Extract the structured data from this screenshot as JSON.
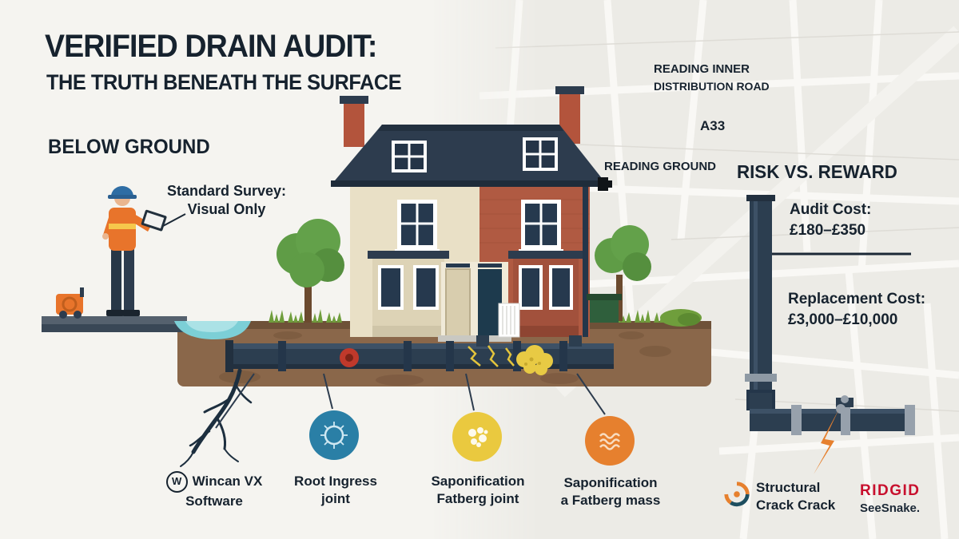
{
  "header": {
    "title": "VERIFIED DRAIN AUDIT:",
    "subtitle": "THE TRUTH BENEATH THE SURFACE"
  },
  "below_ground_heading": "BELOW GROUND",
  "survey_callout": {
    "line1": "Standard Survey:",
    "line2": "Visual Only"
  },
  "map_labels": {
    "inner_road_line1": "READING INNER",
    "inner_road_line2": "DISTRIBUTION ROAD",
    "route": "A33",
    "ground": "READING GROUND"
  },
  "risk_reward": {
    "heading": "RISK VS. REWARD",
    "audit_label": "Audit Cost:",
    "audit_value": "£180–£350",
    "replacement_label": "Replacement Cost:",
    "replacement_value": "£3,000–£10,000"
  },
  "callouts": [
    {
      "icon": "wincan-w-badge-icon",
      "badge_letter": "W",
      "line1": "Wincan VX",
      "line2": "Software"
    },
    {
      "icon": "root-ingress-circle-icon",
      "color": "#2a7fa6",
      "line1": "Root Ingress",
      "line2": "joint"
    },
    {
      "icon": "fatberg-joint-circle-icon",
      "color": "#eac93f",
      "line1": "Saponification",
      "line2": "Fatberg joint"
    },
    {
      "icon": "fatberg-mass-circle-icon",
      "color": "#e6802e",
      "line1": "Saponification",
      "line2": "a Fatberg mass"
    }
  ],
  "footer": {
    "structural_line1": "Structural",
    "structural_line2": "Crack Crack",
    "brand_name": "RIDGID",
    "brand_product": "SeeSnake."
  },
  "colors": {
    "background": "#f5f4f0",
    "ink": "#16222e",
    "pipe_navy": "#2c3e50",
    "soil_brown": "#8a674a",
    "grass_green": "#6f9e3c",
    "vest_orange": "#e8742b",
    "accent_blue": "#2a7fa6",
    "accent_yellow": "#eac93f",
    "accent_orange": "#e6802e",
    "brand_red": "#c8102e"
  }
}
